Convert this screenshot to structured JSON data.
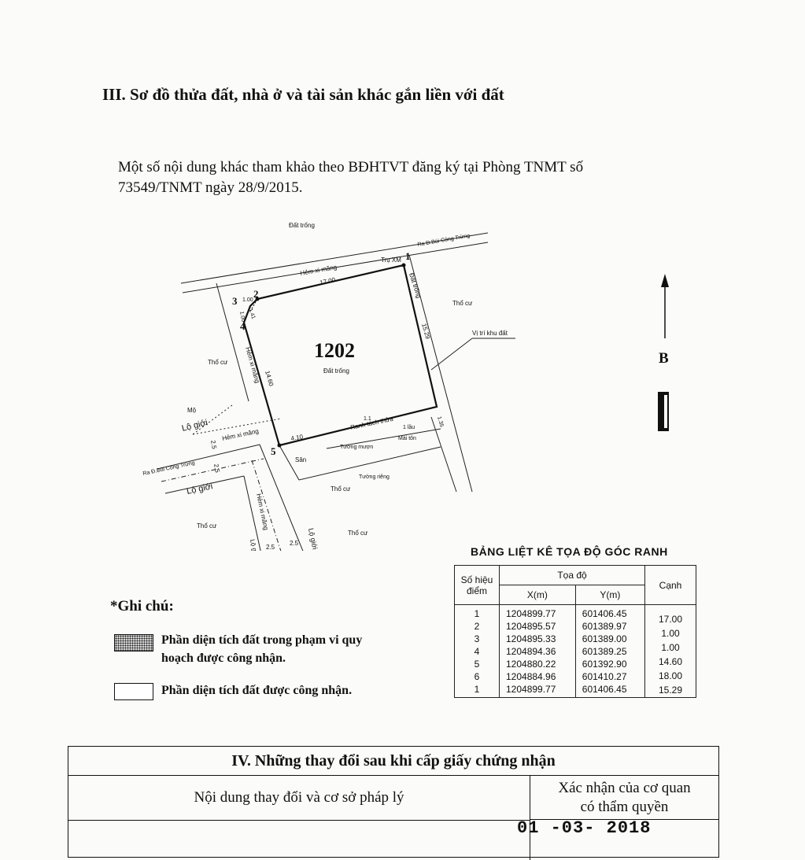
{
  "section3": {
    "title": "III. Sơ đồ thửa đất, nhà ở và tài sản khác gắn liền với đất",
    "reference_line1": "Một số nội dung khác tham khảo theo BĐHTVT đăng ký tại Phòng TNMT số",
    "reference_line2": "73549/TNMT ngày 28/9/2015."
  },
  "plan": {
    "parcel_number": "1202",
    "parcel_use": "Đất trống",
    "north_label": "B",
    "labels": {
      "dat_trong_top": "Đất trống",
      "ra_bui_cong_trung_top": "Ra Đ.Bùi Công Trừng",
      "hem_xi_mang_top": "Hẻm xi măng",
      "tru_xm": "Trụ XM",
      "dat_trong_right": "Đất trống",
      "tho_cu_right": "Thổ cư",
      "vi_tri_khu_dat": "Vị trí khu đất",
      "tho_cu_left": "Thổ cư",
      "hem_xi_mang_left": "Hẻm xi măng",
      "mo": "Mộ",
      "lo_gioi_1": "Lộ giới",
      "hem_xi_mang_bottom": "Hẻm xi măng",
      "ra_bui_cong_trung_left": "Ra Đ.Bùi Công Trừng",
      "lo_gioi_2": "Lộ giới",
      "ranh_tach_thua": "Ranh tách thửa",
      "lau": "1 lầu",
      "mai_ton": "Mái tôn",
      "tuong_muon": "Tường mượn",
      "san": "Sân",
      "tuong_rieng": "Tường riêng",
      "tho_cu_mid": "Thổ cư",
      "tho_cu_bottom_left": "Thổ cư",
      "tho_cu_bottom_right": "Thổ cư",
      "hem_xi_mang_vertical": "Hẻm xi măng",
      "lo_gioi_3": "Lộ giới",
      "lo_gioi_4": "Lộ giới"
    },
    "points": [
      "1",
      "2",
      "3",
      "4",
      "5"
    ],
    "edge_labels": {
      "e12": "17.00",
      "e23": "1.00",
      "e34": "1.00",
      "e24": "1.41",
      "e45": "14.60",
      "e15": "15.29",
      "e56": "4.10",
      "e6r": "1.35",
      "road_w1": "2.5",
      "road_w2": "2.5",
      "road_w3": "2.5",
      "road_w4": "2.5",
      "small_dim": "1.1"
    }
  },
  "coord_table": {
    "title": "BẢNG LIỆT KÊ TỌA ĐỘ GÓC RANH",
    "col_point_l1": "Số hiệu",
    "col_point_l2": "điểm",
    "col_coord": "Tọa độ",
    "col_x": "X(m)",
    "col_y": "Y(m)",
    "col_edge": "Cạnh",
    "rows": [
      {
        "point": "1",
        "x": "1204899.77",
        "y": "601406.45"
      },
      {
        "point": "2",
        "x": "1204895.57",
        "y": "601389.97"
      },
      {
        "point": "3",
        "x": "1204895.33",
        "y": "601389.00"
      },
      {
        "point": "4",
        "x": "1204894.36",
        "y": "601389.25"
      },
      {
        "point": "5",
        "x": "1204880.22",
        "y": "601392.90"
      },
      {
        "point": "6",
        "x": "1204884.96",
        "y": "601410.27"
      },
      {
        "point": "1",
        "x": "1204899.77",
        "y": "601406.45"
      }
    ],
    "edges": [
      "17.00",
      "1.00",
      "1.00",
      "14.60",
      "18.00",
      "15.29"
    ]
  },
  "legend": {
    "title": "*Ghi chú:",
    "item1_line1": "Phần diện tích đất trong phạm vi quy",
    "item1_line2": "hoạch được công nhận.",
    "item2": "Phần diện tích đất được công nhận."
  },
  "section4": {
    "title": "IV. Những thay đổi sau khi cấp giấy chứng nhận",
    "col1": "Nội dung thay đổi và cơ sở pháp lý",
    "col2_line1": "Xác nhận của cơ quan",
    "col2_line2": "có thẩm quyền",
    "stamp_date": "01 -03- 2018"
  }
}
